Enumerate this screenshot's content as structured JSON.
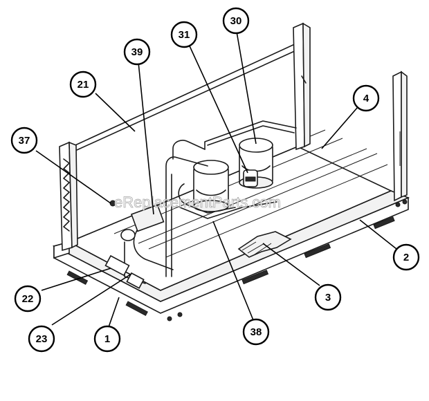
{
  "diagram": {
    "callouts": [
      {
        "id": "c30",
        "label": "30"
      },
      {
        "id": "c31",
        "label": "31"
      },
      {
        "id": "c39",
        "label": "39"
      },
      {
        "id": "c21",
        "label": "21"
      },
      {
        "id": "c4",
        "label": "4"
      },
      {
        "id": "c37",
        "label": "37"
      },
      {
        "id": "c2",
        "label": "2"
      },
      {
        "id": "c3",
        "label": "3"
      },
      {
        "id": "c22",
        "label": "22"
      },
      {
        "id": "c23",
        "label": "23"
      },
      {
        "id": "c38",
        "label": "38"
      },
      {
        "id": "c1",
        "label": "1"
      }
    ],
    "watermark": "eReplacementParts.com"
  }
}
